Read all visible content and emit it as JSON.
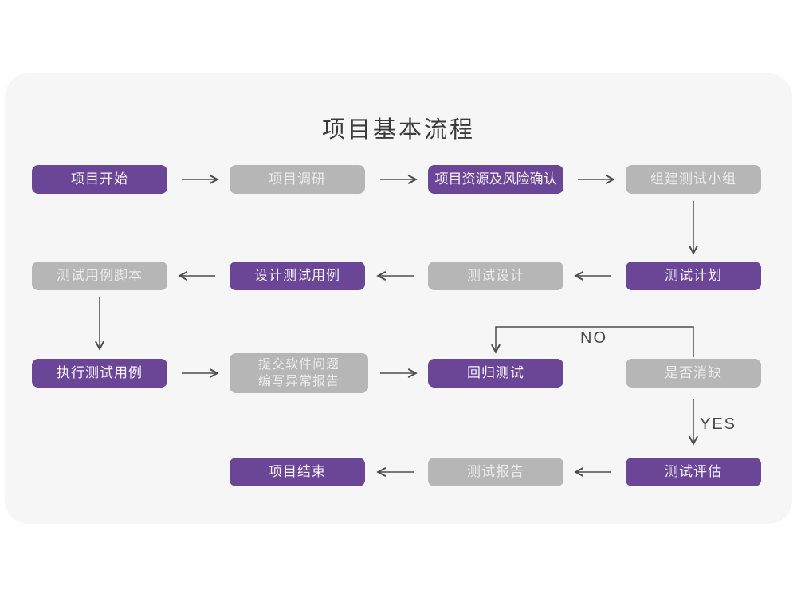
{
  "title": "项目基本流程",
  "colors": {
    "accent_purple": "#6B4596",
    "node_gray": "#B6B6B6",
    "card_background": "#F6F6F6",
    "page_background": "#FFFFFF",
    "arrow": "#4D4D4D",
    "title_text": "#3B3B3B"
  },
  "nodes": {
    "project_start": {
      "label": "项目开始",
      "variant": "purple"
    },
    "project_research": {
      "label": "项目调研",
      "variant": "gray"
    },
    "resource_risk": {
      "label": "项目资源及风险确认",
      "variant": "purple"
    },
    "build_team": {
      "label": "组建测试小组",
      "variant": "gray"
    },
    "test_plan": {
      "label": "测试计划",
      "variant": "purple"
    },
    "test_design": {
      "label": "测试设计",
      "variant": "gray"
    },
    "design_cases": {
      "label": "设计测试用例",
      "variant": "purple"
    },
    "case_scripts": {
      "label": "测试用例脚本",
      "variant": "gray"
    },
    "execute_cases": {
      "label": "执行测试用例",
      "variant": "purple"
    },
    "submit_report": {
      "label_line1": "提交软件问题",
      "label_line2": "编写异常报告",
      "variant": "gray"
    },
    "regression_test": {
      "label": "回归测试",
      "variant": "purple"
    },
    "defect_cleared": {
      "label": "是否消缺",
      "variant": "gray"
    },
    "test_evaluation": {
      "label": "测试评估",
      "variant": "purple"
    },
    "test_report": {
      "label": "测试报告",
      "variant": "gray"
    },
    "project_end": {
      "label": "项目结束",
      "variant": "purple"
    }
  },
  "branch_labels": {
    "no": "NO",
    "yes": "YES"
  },
  "edges": [
    {
      "from": "project_start",
      "to": "project_research"
    },
    {
      "from": "project_research",
      "to": "resource_risk"
    },
    {
      "from": "resource_risk",
      "to": "build_team"
    },
    {
      "from": "build_team",
      "to": "test_plan"
    },
    {
      "from": "test_plan",
      "to": "test_design"
    },
    {
      "from": "test_design",
      "to": "design_cases"
    },
    {
      "from": "design_cases",
      "to": "case_scripts"
    },
    {
      "from": "case_scripts",
      "to": "execute_cases"
    },
    {
      "from": "execute_cases",
      "to": "submit_report"
    },
    {
      "from": "submit_report",
      "to": "regression_test"
    },
    {
      "from": "regression_test",
      "to": "defect_cleared"
    },
    {
      "from": "defect_cleared",
      "to": "regression_test",
      "label": "NO"
    },
    {
      "from": "defect_cleared",
      "to": "test_evaluation",
      "label": "YES"
    },
    {
      "from": "test_evaluation",
      "to": "test_report"
    },
    {
      "from": "test_report",
      "to": "project_end"
    }
  ]
}
